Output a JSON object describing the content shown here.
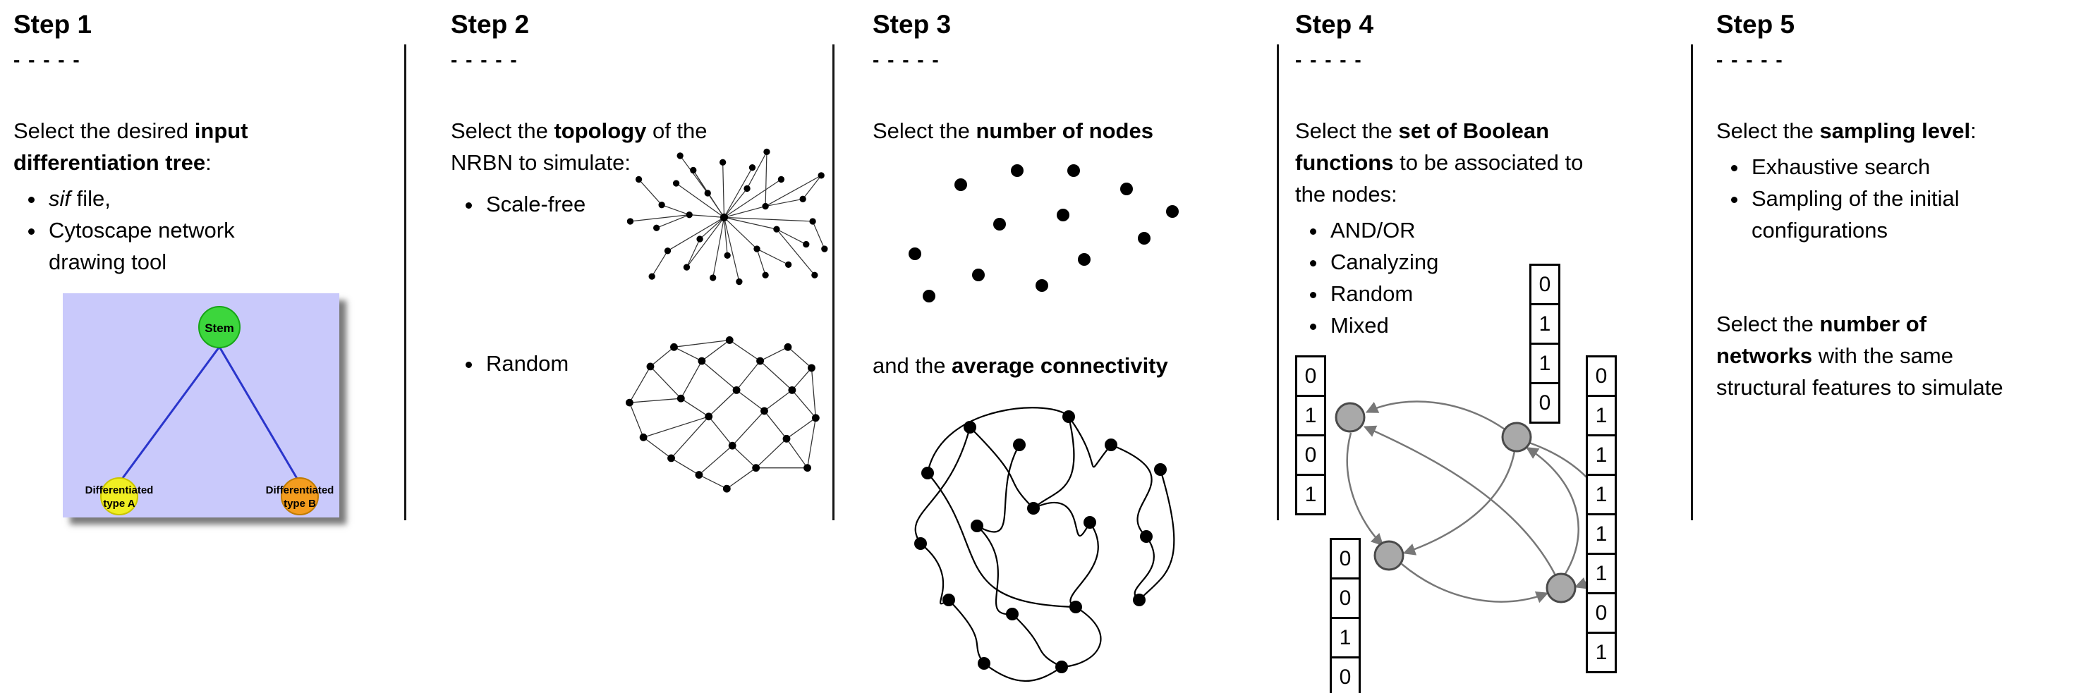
{
  "figure": {
    "dashes": "- - - - -"
  },
  "step1": {
    "title": "Step 1",
    "intro_pre": "Select the desired ",
    "intro_bold_line1": "input",
    "intro_bold_line2": "differentiation tree",
    "intro_post": ":",
    "bullet_sif_italic": "sif",
    "bullet_sif_rest": " file,",
    "bullet_cytoscape_line1": "Cytoscape network",
    "bullet_cytoscape_line2": "drawing tool",
    "tree": {
      "stem": "Stem",
      "type_a_line1": "Differentiated",
      "type_a_line2": "type A",
      "type_b_line1": "Differentiated",
      "type_b_line2": "type B"
    }
  },
  "step2": {
    "title": "Step 2",
    "intro_pre": "Select the ",
    "intro_bold": "topology",
    "intro_mid": " of the",
    "intro_line2": "NRBN to simulate:",
    "bullet_scale_free": "Scale-free",
    "bullet_random": "Random"
  },
  "step3": {
    "title": "Step 3",
    "intro_pre": "Select the ",
    "intro_bold": "number of nodes",
    "connectivity_pre": "and the ",
    "connectivity_bold": "average connectivity"
  },
  "step4": {
    "title": "Step 4",
    "intro_pre": "Select the ",
    "intro_bold_line1": "set of Boolean",
    "intro_bold_line2": "functions",
    "intro_mid": " to be associated to",
    "intro_line3": "the nodes:",
    "bullets": [
      "AND/OR",
      "Canalyzing",
      "Random",
      "Mixed"
    ],
    "truth_tables": {
      "top": [
        "0",
        "1",
        "1",
        "0"
      ],
      "left": [
        "0",
        "1",
        "0",
        "1"
      ],
      "bottom_left": [
        "0",
        "0",
        "1",
        "0"
      ],
      "right": [
        "0",
        "1",
        "1",
        "1",
        "1",
        "1",
        "0",
        "1"
      ]
    }
  },
  "step5": {
    "title": "Step 5",
    "intro_pre": "Select the ",
    "intro_bold": "sampling level",
    "intro_post": ":",
    "bullet_exhaustive": "Exhaustive search",
    "bullet_sampling_line1": "Sampling of the initial",
    "bullet_sampling_line2": "configurations",
    "networks_pre": "Select the ",
    "networks_bold_line1": "number of",
    "networks_bold_line2": "networks",
    "networks_mid": " with the same",
    "networks_line3": "structural features to simulate"
  }
}
